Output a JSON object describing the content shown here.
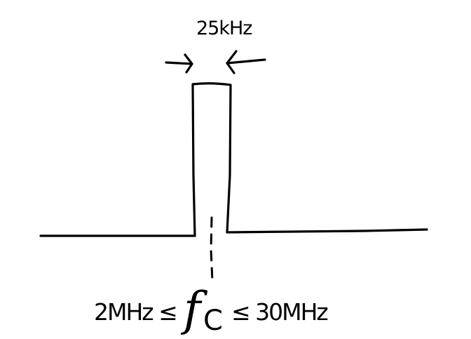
{
  "bandwidth_label": "25kHz",
  "lower_bound_label": "2MHz ≤",
  "center_symbol": "f",
  "center_subscript": "C",
  "upper_bound_label": "≤ 30MHz",
  "ink_color": "#000000",
  "background_color": "#ffffff"
}
